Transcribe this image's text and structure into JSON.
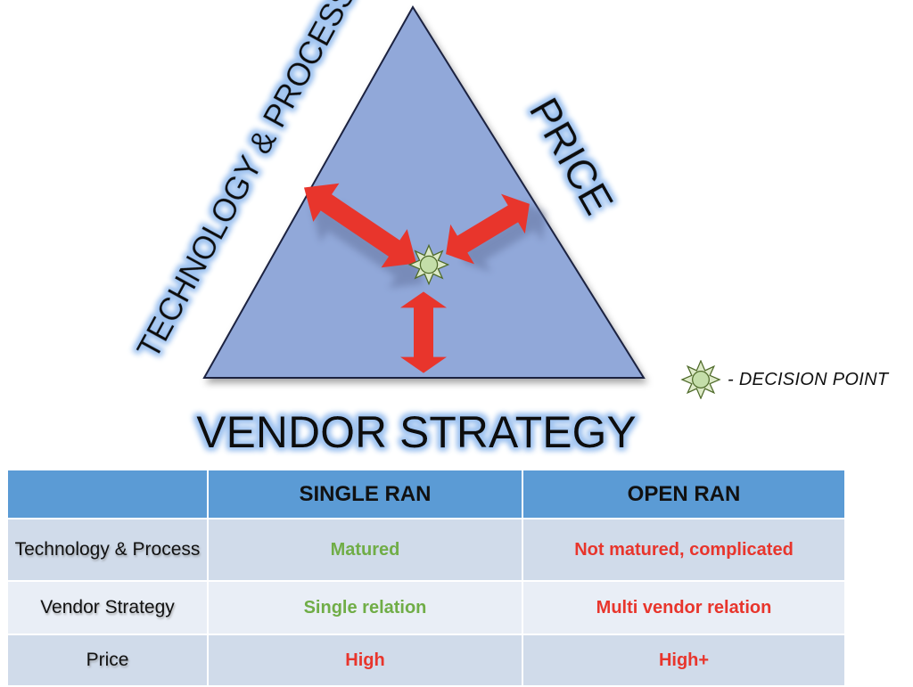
{
  "diagram": {
    "side_labels": {
      "left": "TECHNOLOGY & PROCESS",
      "right": "PRICE",
      "bottom": "VENDOR STRATEGY"
    },
    "legend": {
      "icon": "decision-point-sun-icon",
      "label": "- DECISION POINT"
    },
    "colors": {
      "triangle_fill": "#91a8d9",
      "arrow": "#e8352c",
      "label_glow": "#9fc3f0",
      "sun_fill": "#c4dea9",
      "sun_stroke": "#4f6b2a"
    }
  },
  "table": {
    "headers": [
      "",
      "SINGLE RAN",
      "OPEN RAN"
    ],
    "rows": [
      {
        "label": "Technology & Process",
        "single": {
          "text": "Matured",
          "color": "#70ad47"
        },
        "open": {
          "text": "Not matured, complicated",
          "color": "#e8352c"
        }
      },
      {
        "label": "Vendor Strategy",
        "single": {
          "text": "Single relation",
          "color": "#70ad47"
        },
        "open": {
          "text": "Multi vendor relation",
          "color": "#e8352c"
        }
      },
      {
        "label": "Price",
        "single": {
          "text": "High",
          "color": "#e8352c"
        },
        "open": {
          "text": "High+",
          "color": "#e8352c"
        }
      }
    ],
    "colors": {
      "header_bg": "#5b9bd5",
      "row_odd_bg": "#d0dbea",
      "row_even_bg": "#e9eef6"
    }
  }
}
